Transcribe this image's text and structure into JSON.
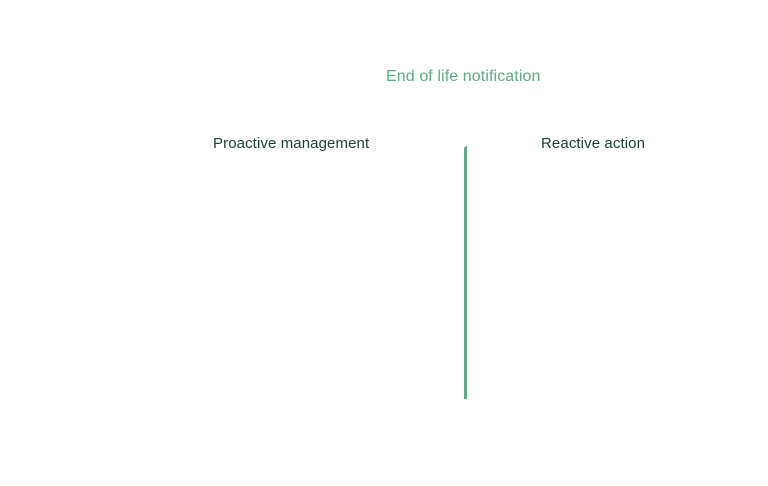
{
  "diagram": {
    "title": "End of life notification",
    "left_column": {
      "label": "Proactive management"
    },
    "right_column": {
      "label": "Reactive action"
    }
  },
  "colors": {
    "accent": "#5faa86",
    "text_dark": "#173f35",
    "background": "#ffffff"
  }
}
